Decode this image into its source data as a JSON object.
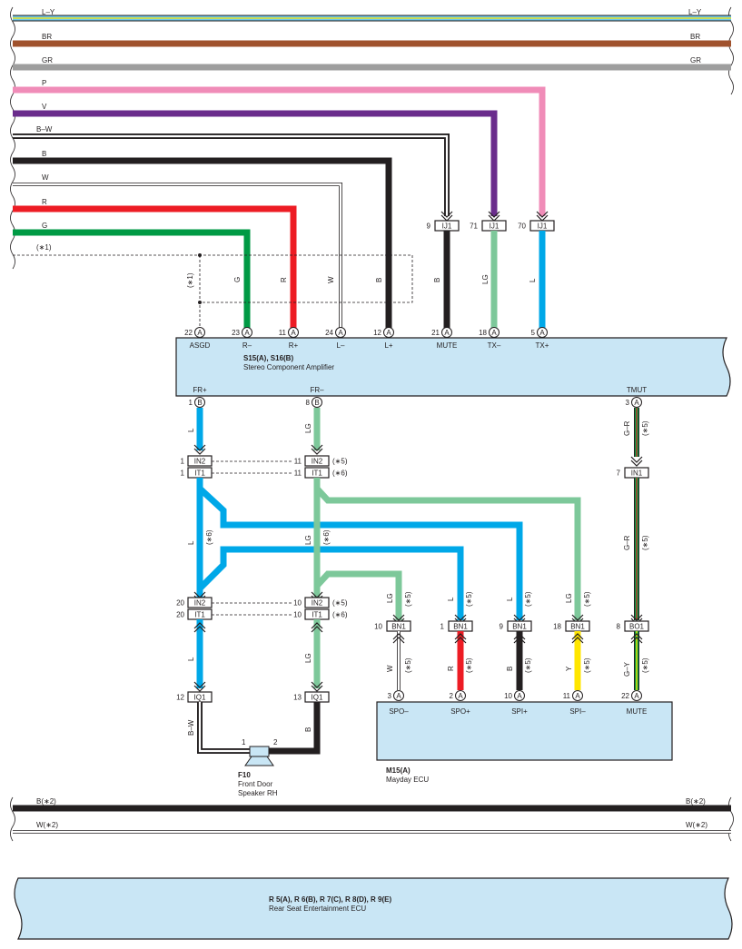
{
  "colors": {
    "box_fill": "#c9e6f5",
    "L": "#00a8e8",
    "LG": "#7dc89a",
    "G": "#009a44",
    "R": "#ed1c24",
    "B": "#231f20",
    "W": "#ffffff",
    "V": "#6a2c8c",
    "P": "#f08cb8",
    "BR": "#a0522d",
    "GR": "#9e9e9e",
    "LY_main": "#6ec6e8",
    "Y": "#ffe600",
    "outline": "#231f20"
  },
  "bus_wires": {
    "ly": "L–Y",
    "br": "BR",
    "gr": "GR",
    "p": "P",
    "v": "V",
    "bw": "B–W",
    "b": "B",
    "w": "W",
    "r": "R",
    "g": "G",
    "s1": "(∗1)",
    "b2": "B(∗2)",
    "w2": "W(∗2)"
  },
  "amplifier": {
    "name": "S15(A), S16(B)",
    "desc": "Stereo Component Amplifier",
    "top_pins": [
      {
        "num": "22",
        "conn": "A",
        "label": "ASGD"
      },
      {
        "num": "23",
        "conn": "A",
        "label": "R–"
      },
      {
        "num": "11",
        "conn": "A",
        "label": "R+"
      },
      {
        "num": "24",
        "conn": "A",
        "label": "L–"
      },
      {
        "num": "12",
        "conn": "A",
        "label": "L+"
      },
      {
        "num": "21",
        "conn": "A",
        "label": "MUTE"
      },
      {
        "num": "18",
        "conn": "A",
        "label": "TX–"
      },
      {
        "num": "5",
        "conn": "A",
        "label": "TX+"
      }
    ],
    "bottom_pins": [
      {
        "num": "1",
        "conn": "B",
        "label": "FR+"
      },
      {
        "num": "8",
        "conn": "B",
        "label": "FR–"
      },
      {
        "num": "3",
        "conn": "A",
        "label": "TMUT"
      }
    ]
  },
  "ij1": [
    {
      "num": "9",
      "name": "IJ1"
    },
    {
      "num": "71",
      "name": "IJ1"
    },
    {
      "num": "70",
      "name": "IJ1"
    }
  ],
  "top_wire_labels": {
    "s1": "(∗1)",
    "g": "G",
    "r": "R",
    "w": "W",
    "b": "B",
    "mute_b": "B",
    "lg": "LG",
    "l": "L"
  },
  "splices": {
    "in2_top_left": {
      "num": "1",
      "name": "IN2"
    },
    "it1_top_left": {
      "num": "1",
      "name": "IT1"
    },
    "in2_top_mid": {
      "num": "11",
      "name": "IN2",
      "note": "(∗5)",
      "lnum": "11"
    },
    "it1_top_mid": {
      "num": "11",
      "name": "IT1",
      "note": "(∗6)",
      "lnum": "11"
    },
    "in1_right": {
      "num": "7",
      "name": "IN1"
    },
    "in2_bot_left": {
      "num": "20",
      "name": "IN2"
    },
    "it1_bot_left": {
      "num": "20",
      "name": "IT1"
    },
    "in2_bot_mid": {
      "num": "10",
      "name": "IN2",
      "note": "(∗5)",
      "lnum": "10"
    },
    "it1_bot_mid": {
      "num": "10",
      "name": "IT1",
      "note": "(∗6)",
      "lnum": "10"
    },
    "iq1_left": {
      "num": "12",
      "name": "IQ1"
    },
    "iq1_mid": {
      "num": "13",
      "name": "IQ1"
    },
    "bn1_a": {
      "num": "10",
      "name": "BN1"
    },
    "bn1_b": {
      "num": "1",
      "name": "BN1"
    },
    "bn1_c": {
      "num": "9",
      "name": "BN1"
    },
    "bn1_d": {
      "num": "18",
      "name": "BN1"
    },
    "bo1": {
      "num": "8",
      "name": "BO1"
    }
  },
  "mid_labels": {
    "l1": "L",
    "lg1": "LG",
    "gr1": "G–R",
    "s5": "(∗5)",
    "s6": "(∗6)",
    "l2": "L",
    "lg2": "LG",
    "gr2": "G–R",
    "lg3": "LG",
    "l3": "L",
    "l4": "L",
    "lg4": "LG",
    "l5": "L",
    "lg5": "LG",
    "bw": "B–W",
    "b": "B",
    "w6": "W",
    "r6": "R",
    "b6": "B",
    "y6": "Y",
    "gy": "G–Y"
  },
  "speaker": {
    "code": "F10",
    "name1": "Front Door",
    "name2": "Speaker RH",
    "pin1": "1",
    "pin2": "2"
  },
  "mayday": {
    "name": "M15(A)",
    "desc": "Mayday ECU",
    "pins": [
      {
        "num": "3",
        "conn": "A",
        "label": "SPO–"
      },
      {
        "num": "2",
        "conn": "A",
        "label": "SPO+"
      },
      {
        "num": "10",
        "conn": "A",
        "label": "SPI+"
      },
      {
        "num": "11",
        "conn": "A",
        "label": "SPI–"
      },
      {
        "num": "22",
        "conn": "A",
        "label": "MUTE"
      }
    ]
  },
  "rear_ecu": {
    "name": "R 5(A), R 6(B), R 7(C), R 8(D), R 9(E)",
    "desc": "Rear Seat Entertainment ECU"
  }
}
